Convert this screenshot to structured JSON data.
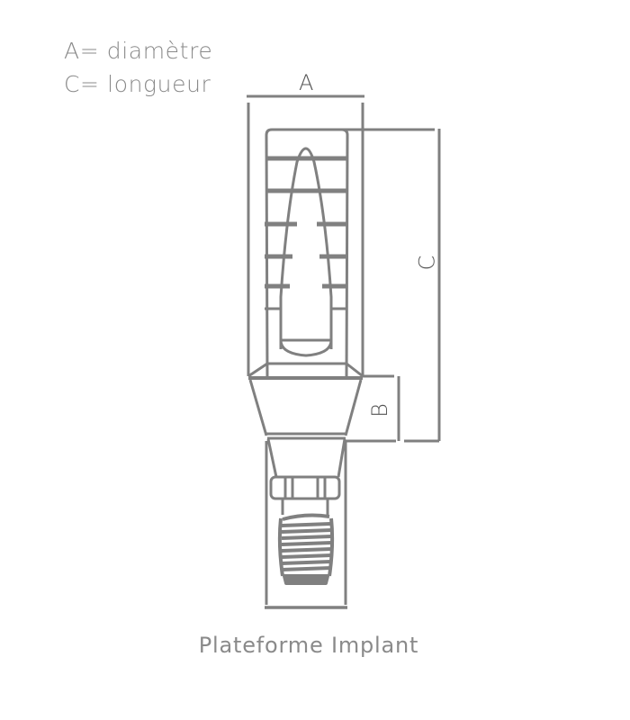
{
  "legend": {
    "lines": [
      "A= diamètre",
      "C= longueur"
    ]
  },
  "dimensions": {
    "a_label": "A",
    "b_label": "B",
    "c_label": "C"
  },
  "caption": "Plateforme Implant",
  "colors": {
    "stroke": "#808080",
    "text": "#8a8a8a",
    "dim_text": "#555555",
    "background": "#ffffff"
  }
}
